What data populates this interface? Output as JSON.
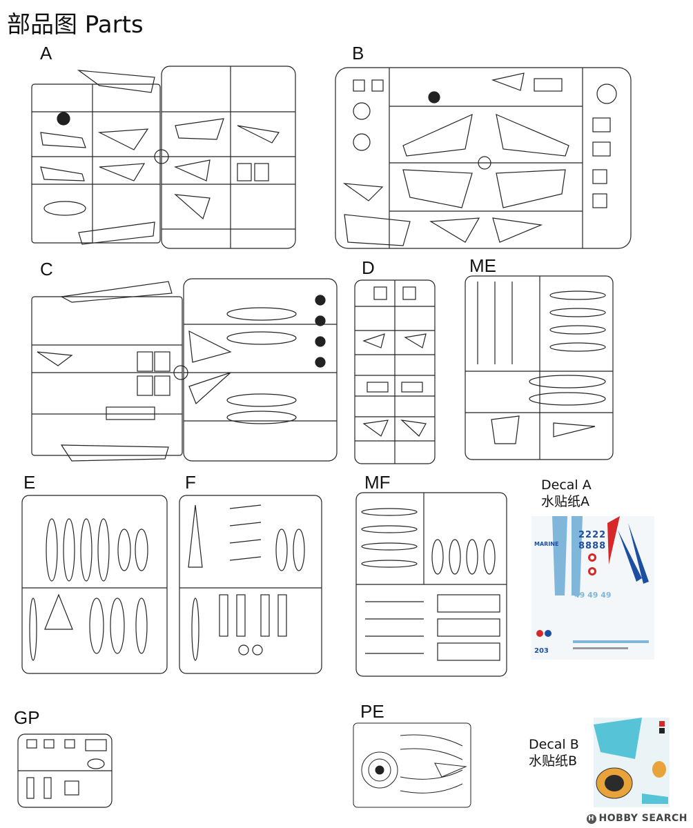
{
  "title": "部品图 Parts",
  "sprues": [
    {
      "id": "A",
      "label": "A"
    },
    {
      "id": "B",
      "label": "B"
    },
    {
      "id": "C",
      "label": "C"
    },
    {
      "id": "D",
      "label": "D"
    },
    {
      "id": "ME",
      "label": "ME"
    },
    {
      "id": "E",
      "label": "E"
    },
    {
      "id": "F",
      "label": "F"
    },
    {
      "id": "MF",
      "label": "MF"
    },
    {
      "id": "GP",
      "label": "GP"
    },
    {
      "id": "PE",
      "label": "PE"
    }
  ],
  "decal_a": {
    "label_en": "Decal A",
    "label_cn": "水贴纸A",
    "marine_text": "MARINE",
    "numbers_top": "2222",
    "numbers_mid": "8888",
    "numbers_row": "49 49 49",
    "code": "203"
  },
  "decal_b": {
    "label_en": "Decal B",
    "label_cn": "水贴纸B"
  },
  "watermark": "HOBBY SEARCH",
  "watermark_mark": "H"
}
